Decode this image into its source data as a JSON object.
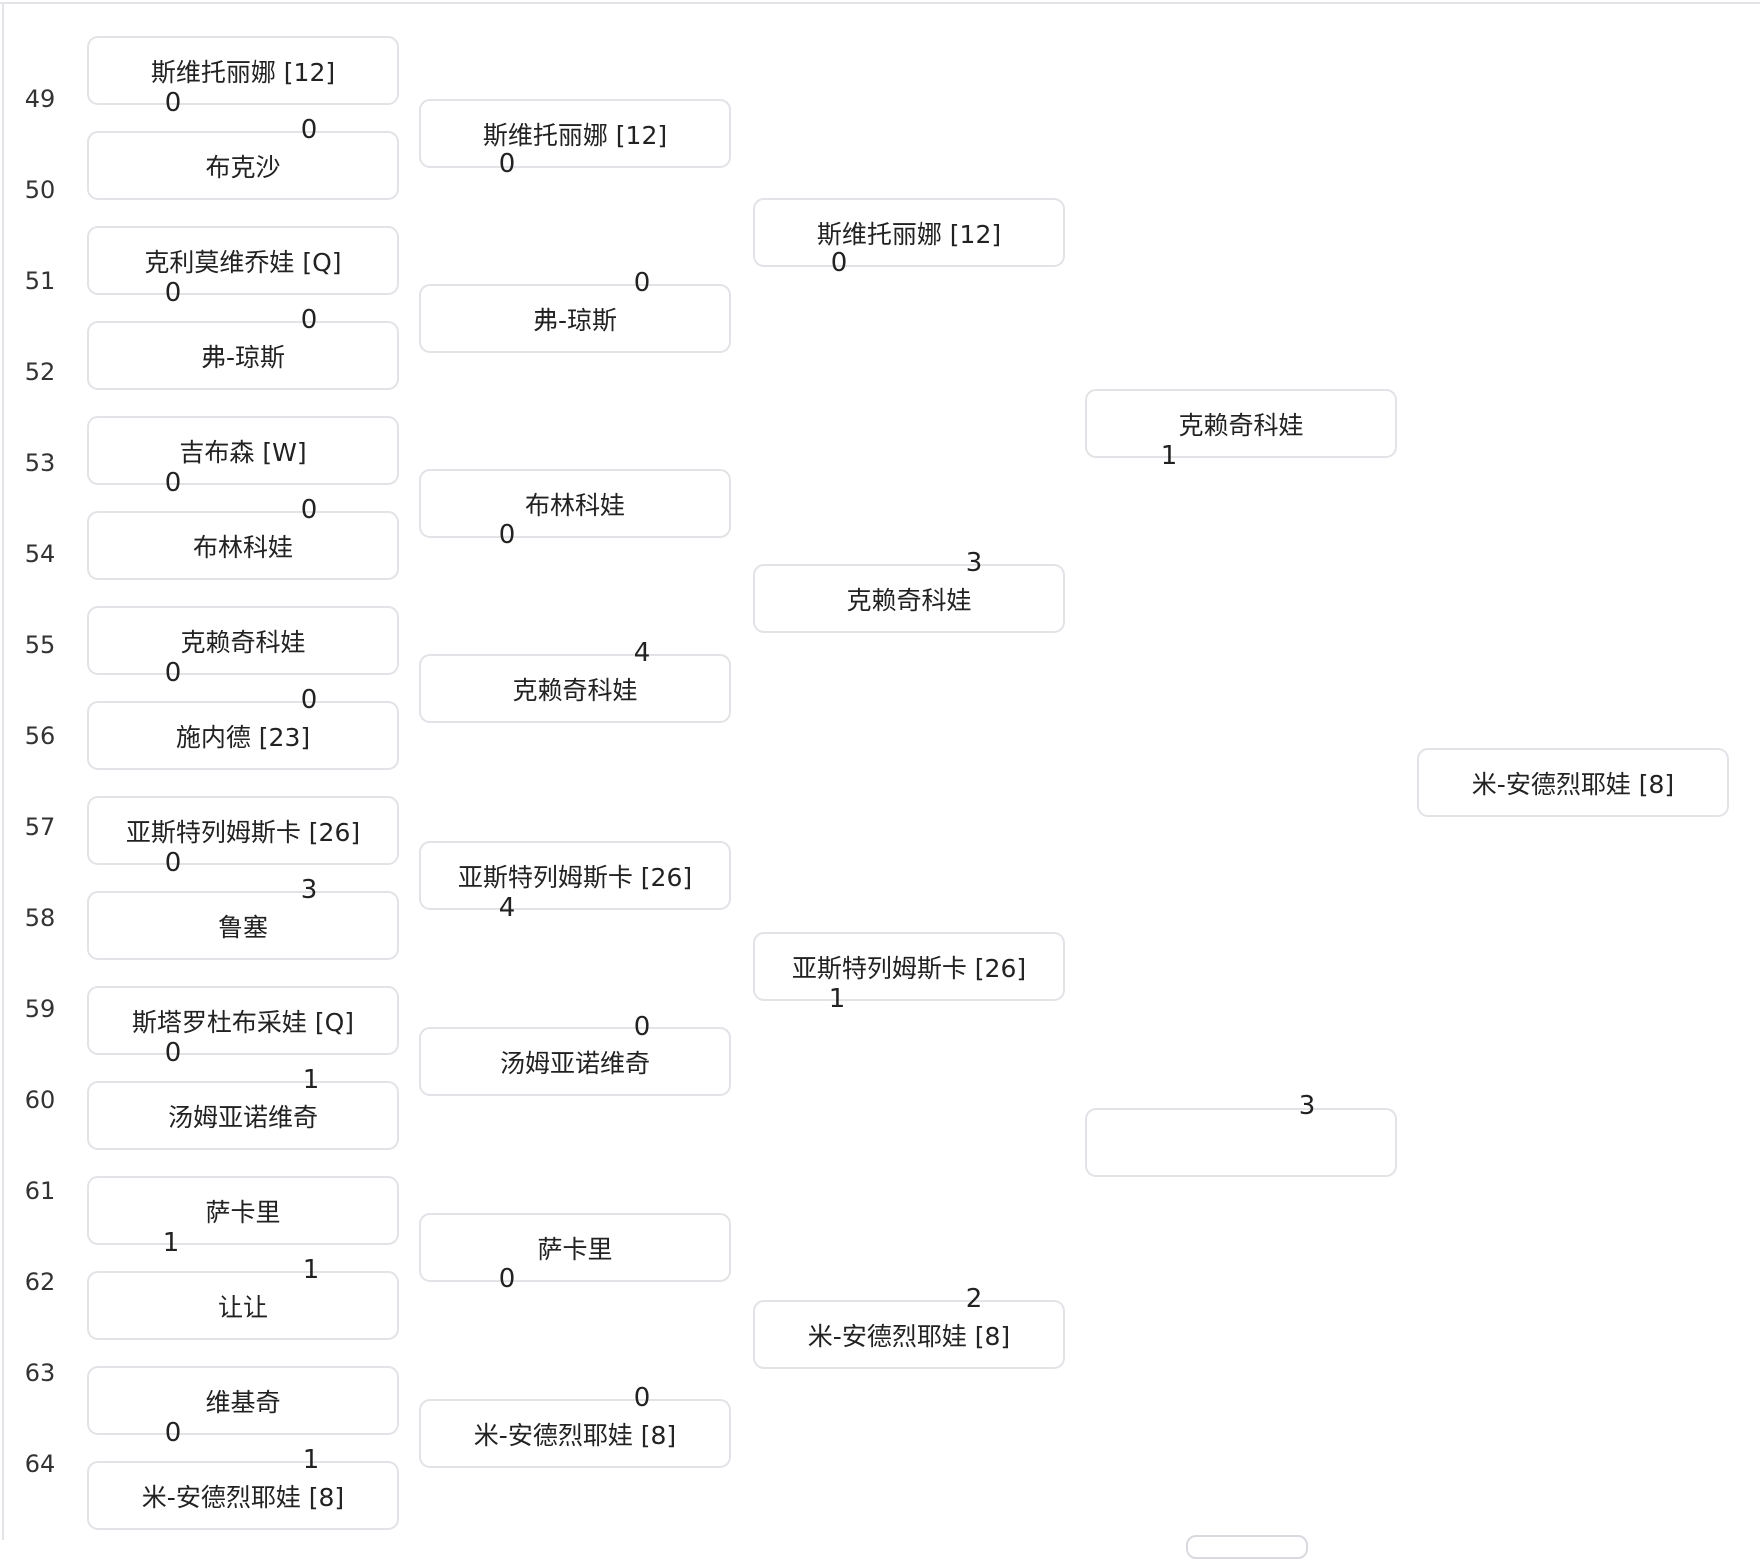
{
  "seeds": [
    "49",
    "50",
    "51",
    "52",
    "53",
    "54",
    "55",
    "56",
    "57",
    "58",
    "59",
    "60",
    "61",
    "62",
    "63",
    "64"
  ],
  "round1": [
    {
      "name": "斯维托丽娜 [12]",
      "score": "0"
    },
    {
      "name": "布克沙",
      "score": "0"
    },
    {
      "name": "克利莫维乔娃 [Q]",
      "score": "0"
    },
    {
      "name": "弗-琼斯",
      "score": "0"
    },
    {
      "name": "吉布森 [W]",
      "score": "0"
    },
    {
      "name": "布林科娃",
      "score": "0"
    },
    {
      "name": "克赖奇科娃",
      "score": "0"
    },
    {
      "name": "施内德 [23]",
      "score": "0"
    },
    {
      "name": "亚斯特列姆斯卡 [26]",
      "score": "0"
    },
    {
      "name": "鲁塞",
      "score": "3"
    },
    {
      "name": "斯塔罗杜布采娃 [Q]",
      "score": "0"
    },
    {
      "name": "汤姆亚诺维奇",
      "score": "1"
    },
    {
      "name": "萨卡里",
      "score": "1"
    },
    {
      "name": "让让",
      "score": "1"
    },
    {
      "name": "维基奇",
      "score": "0"
    },
    {
      "name": "米-安德烈耶娃 [8]",
      "score": "1"
    }
  ],
  "round2": [
    {
      "name": "斯维托丽娜 [12]",
      "score": "0"
    },
    {
      "name": "弗-琼斯",
      "score": "0"
    },
    {
      "name": "布林科娃",
      "score": "0"
    },
    {
      "name": "克赖奇科娃",
      "score": "4"
    },
    {
      "name": "亚斯特列姆斯卡 [26]",
      "score": "4"
    },
    {
      "name": "汤姆亚诺维奇",
      "score": "0"
    },
    {
      "name": "萨卡里",
      "score": "0"
    },
    {
      "name": "米-安德烈耶娃 [8]",
      "score": "0"
    }
  ],
  "round3": [
    {
      "name": "斯维托丽娜 [12]",
      "score": "0"
    },
    {
      "name": "克赖奇科娃",
      "score": "3"
    },
    {
      "name": "亚斯特列姆斯卡 [26]",
      "score": "1"
    },
    {
      "name": "米-安德烈耶娃 [8]",
      "score": "2"
    }
  ],
  "round4": [
    {
      "name": "克赖奇科娃",
      "score": "1"
    },
    {
      "name": "",
      "score": "3"
    }
  ],
  "final": {
    "name": "米-安德烈耶娃 [8]"
  },
  "colors": {
    "border": "#e2e3e7",
    "text": "#222222",
    "background": "#ffffff"
  }
}
